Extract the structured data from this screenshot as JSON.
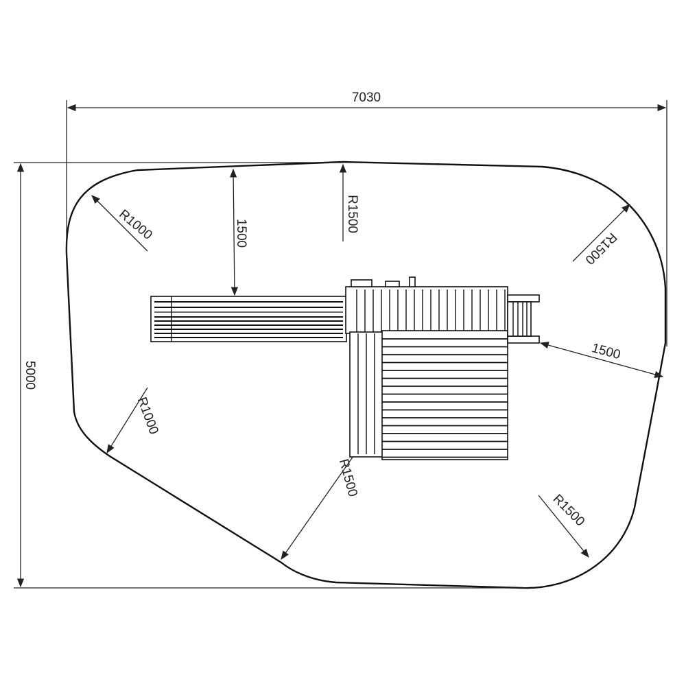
{
  "drawing": {
    "title": "Playground equipment safety area plan",
    "dimensions": {
      "overall_width": "7030",
      "overall_depth": "5000",
      "top_clearance": "1500",
      "right_clearance": "1500"
    },
    "radii": {
      "top_left": "R1000",
      "top_center": "R1500",
      "top_right": "R1500",
      "bottom_left": "R1000",
      "bottom_center": "R1500",
      "bottom_right": "R1500"
    },
    "line_color": "#111111"
  }
}
